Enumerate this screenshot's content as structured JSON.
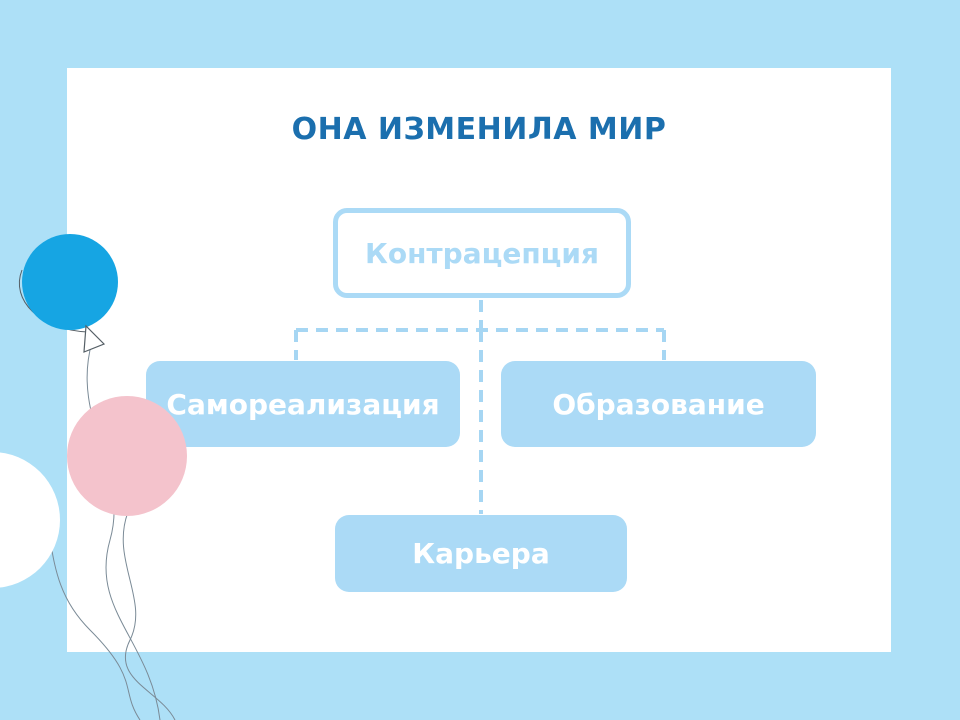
{
  "slide": {
    "title": "ОНА ИЗМЕНИЛА МИР"
  },
  "diagram": {
    "root": "Контрацепция",
    "children": [
      "Самореализация",
      "Образование",
      "Карьера"
    ]
  },
  "colors": {
    "background": "#ade0f7",
    "card": "#ffffff",
    "title": "#1b6fae",
    "node_fill": "#abdaf6",
    "node_text": "#ffffff",
    "connector": "#a6d6f3",
    "balloon_blue": "#16a5e3",
    "balloon_pink": "#f4c3cc"
  }
}
